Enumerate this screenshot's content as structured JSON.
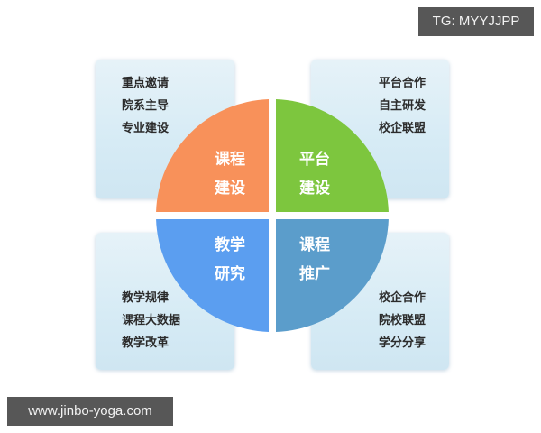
{
  "watermark_top": "TG: MYYJJPP",
  "watermark_bottom": "www.jinbo-yoga.com",
  "colors": {
    "course_building": "#f8915a",
    "platform_building": "#7dc63e",
    "teaching_research": "#5b9ef0",
    "course_promotion": "#5b9dcb",
    "box_bg": "#d9ecf6"
  },
  "quadrants": {
    "top_left": {
      "title_line1": "课程",
      "title_line2": "建设",
      "items": [
        "重点邀请",
        "院系主导",
        "专业建设"
      ]
    },
    "top_right": {
      "title_line1": "平台",
      "title_line2": "建设",
      "items": [
        "平台合作",
        "自主研发",
        "校企联盟"
      ]
    },
    "bottom_left": {
      "title_line1": "教学",
      "title_line2": "研究",
      "items": [
        "教学规律",
        "课程大数据",
        "教学改革"
      ]
    },
    "bottom_right": {
      "title_line1": "课程",
      "title_line2": "推广",
      "items": [
        "校企合作",
        "院校联盟",
        "学分分享"
      ]
    }
  }
}
